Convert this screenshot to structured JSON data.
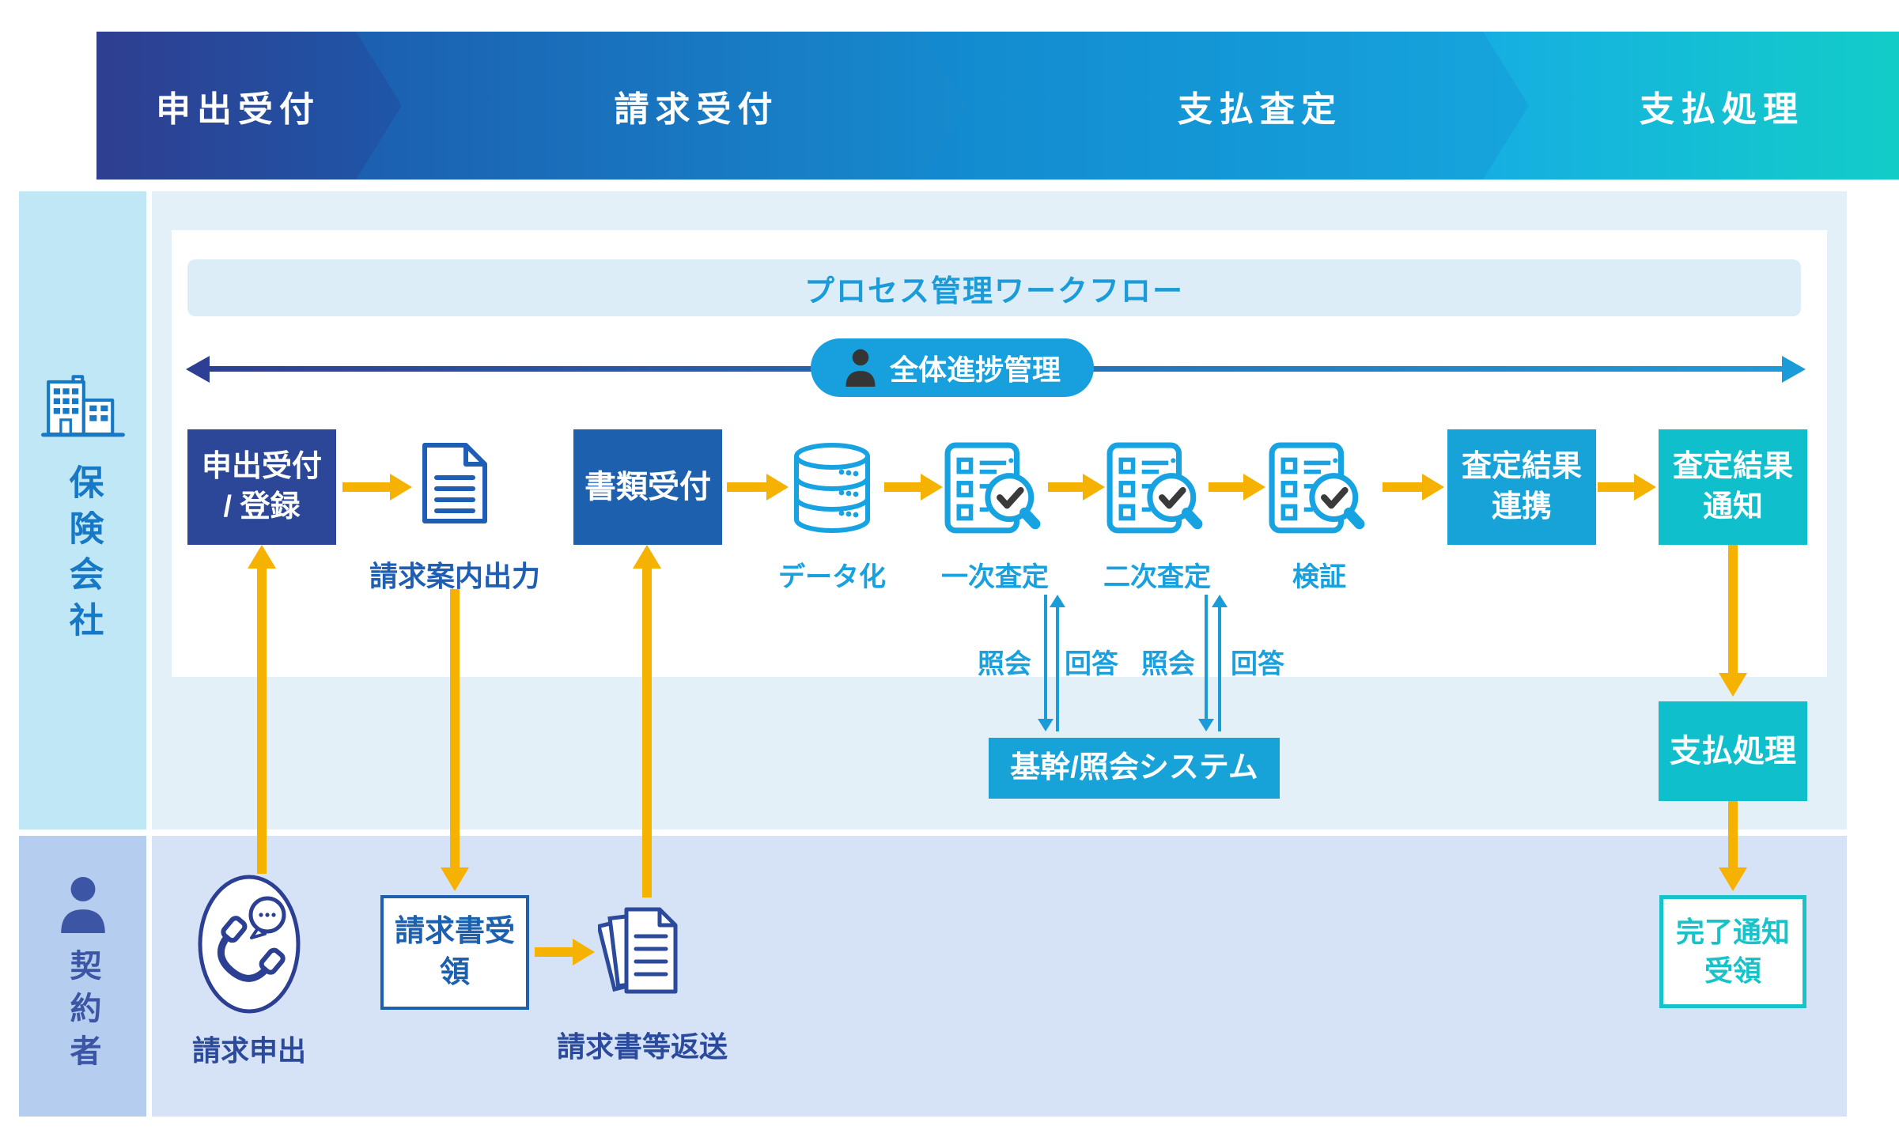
{
  "phases": [
    {
      "label": "申出受付",
      "color_start": "#2f3e90",
      "color_end": "#1d58aa"
    },
    {
      "label": "請求受付",
      "color_start": "#1c5fb0",
      "color_end": "#1590d2"
    },
    {
      "label": "支払査定",
      "color_start": "#1389cf",
      "color_end": "#16a8de"
    },
    {
      "label": "支払処理",
      "color_start": "#16aee2",
      "color_end": "#12d1c4"
    }
  ],
  "lanes": {
    "insurer": {
      "label": "保険会社",
      "band_color": "#e3f0f8",
      "sidebar_color": "#bfe7f6",
      "text_color": "#1778c5"
    },
    "policyholder": {
      "label": "契約者",
      "band_color": "#d6e2f5",
      "sidebar_color": "#b5cdee",
      "text_color": "#3c55a5"
    }
  },
  "workflow": {
    "title": "プロセス管理ワークフロー",
    "overall_label": "全体進捗管理"
  },
  "insurer_flow": {
    "intake_box": {
      "line1": "申出受付",
      "line2": "/ 登録"
    },
    "claim_guide_label": "請求案内出力",
    "document_reception_label": "書類受付",
    "data_entry_label": "データ化",
    "first_assessment_label": "一次査定",
    "second_assessment_label": "二次査定",
    "verification_label": "検証",
    "result_link_box": {
      "line1": "査定結果",
      "line2": "連携"
    },
    "result_notice_box": {
      "line1": "査定結果",
      "line2": "通知"
    },
    "payment_processing_label": "支払処理"
  },
  "inquiry": {
    "system_label": "基幹/照会システム",
    "pairs": [
      {
        "inquiry": "照会",
        "answer": "回答"
      },
      {
        "inquiry": "照会",
        "answer": "回答"
      }
    ]
  },
  "policyholder_flow": {
    "claim_request_label": "請求申出",
    "invoice_receipt_label": "請求書受領",
    "invoice_return_label": "請求書等返送",
    "completion_box": {
      "line1": "完了通知",
      "line2": "受領"
    }
  },
  "colors": {
    "navy_box": "#2c4798",
    "blue_box": "#1d60ae",
    "cyan_box": "#18a3d8",
    "teal_box": "#0fc0cc",
    "yellow_arrow": "#f5b201",
    "thin_arrow": "#1b9bd8",
    "banner_bg": "#dcedf8",
    "banner_text": "#1b9bd8",
    "pill_bg": "#189fdd",
    "icon_cyan": "#17a3e2",
    "icon_navy": "#2b4a9c",
    "doc_blue": "#1e5fb5"
  }
}
